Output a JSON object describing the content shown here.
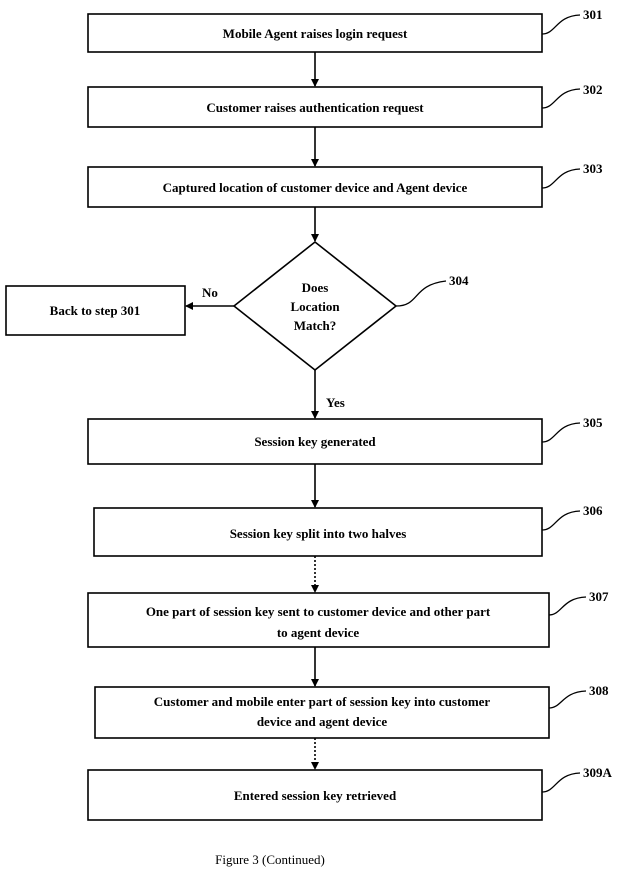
{
  "nodes": {
    "n301": {
      "ref": "301",
      "lines": [
        "Mobile Agent raises login request"
      ]
    },
    "n302": {
      "ref": "302",
      "lines": [
        "Customer raises authentication request"
      ]
    },
    "n303": {
      "ref": "303",
      "lines": [
        "Captured location of customer device and Agent device"
      ]
    },
    "n304": {
      "ref": "304",
      "lines": [
        "Does",
        "Location",
        "Match?"
      ]
    },
    "back": {
      "lines": [
        "Back to step 301"
      ]
    },
    "n305": {
      "ref": "305",
      "lines": [
        "Session key generated"
      ]
    },
    "n306": {
      "ref": "306",
      "lines": [
        "Session key split into two halves"
      ]
    },
    "n307": {
      "ref": "307",
      "lines": [
        "One part of session key sent to customer device and other part",
        "to agent device"
      ]
    },
    "n308": {
      "ref": "308",
      "lines": [
        "Customer and mobile enter part of session key into customer",
        "device and agent device"
      ]
    },
    "n309": {
      "ref": "309A",
      "lines": [
        "Entered session key retrieved"
      ]
    }
  },
  "edges": {
    "no_label": "No",
    "yes_label": "Yes"
  },
  "caption": "Figure 3 (Continued)"
}
